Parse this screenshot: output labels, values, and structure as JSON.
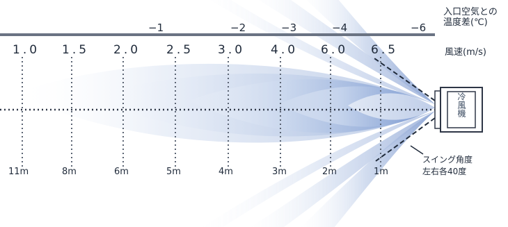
{
  "temp_header": [
    "入口空気との",
    "温度差(℃)"
  ],
  "speed_header": "風速(m/s)",
  "temperatures": [
    "−1",
    "−2",
    "−3",
    "−4",
    "−6"
  ],
  "speeds": [
    "1.0",
    "1.5",
    "2.0",
    "2.5",
    "3.0",
    "4.0",
    "6.0",
    "6.5"
  ],
  "distances": [
    "11m",
    "8m",
    "6m",
    "5m",
    "4m",
    "3m",
    "2m",
    "1m"
  ],
  "unit_label": "冷風機",
  "swing_label": [
    "スイング角度",
    "左右各40度"
  ],
  "colors": {
    "beam_dark": "#9fb6dc",
    "beam_light": "#dbe4f3",
    "line": "#6a7383"
  }
}
